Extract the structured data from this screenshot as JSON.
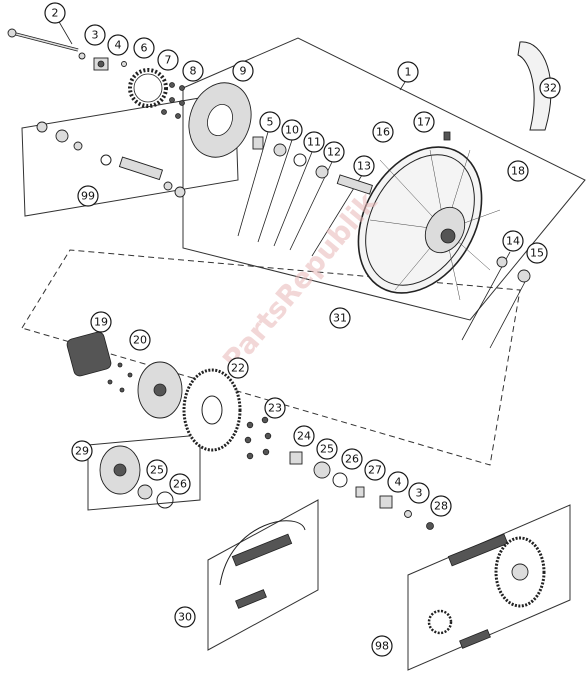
{
  "watermark": "PartsRepublik",
  "callouts": [
    "1",
    "2",
    "3",
    "4",
    "5",
    "6",
    "7",
    "8",
    "9",
    "10",
    "11",
    "12",
    "13",
    "14",
    "15",
    "16",
    "17",
    "18",
    "19",
    "20",
    "22",
    "23",
    "24",
    "25",
    "26",
    "27",
    "28",
    "29",
    "30",
    "31",
    "32",
    "98",
    "99"
  ],
  "colors": {
    "line": "#222222",
    "background": "#ffffff",
    "watermark": "#e8b8b8"
  }
}
